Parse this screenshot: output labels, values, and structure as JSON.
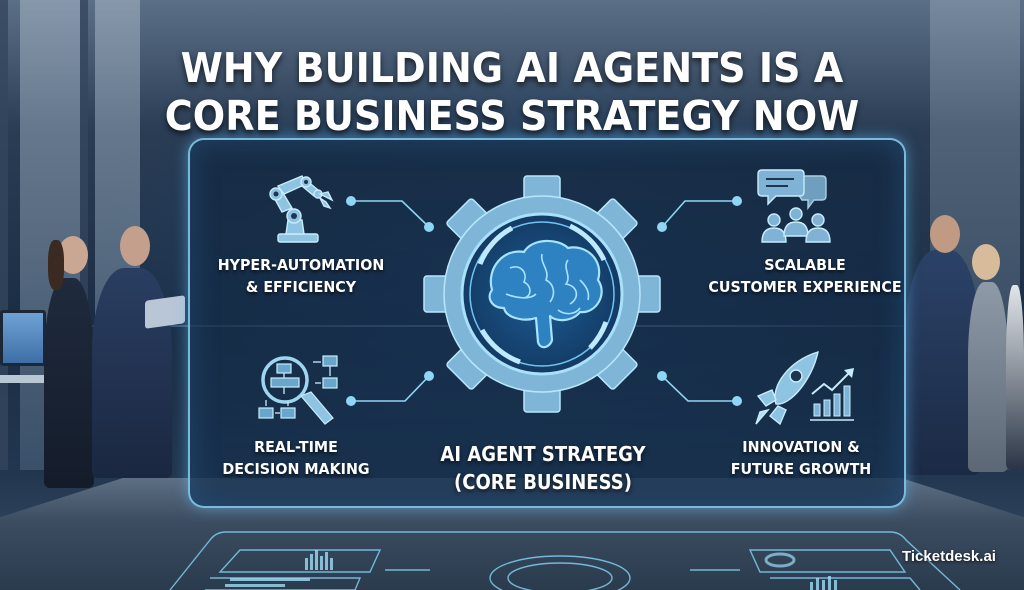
{
  "title": {
    "line1": "WHY BUILDING AI AGENTS IS A",
    "line2": "CORE BUSINESS STRATEGY NOW"
  },
  "center": {
    "icon": "brain-gear-icon",
    "line1": "AI AGENT STRATEGY",
    "line2": "(CORE BUSINESS)"
  },
  "pillars": [
    {
      "id": "hyper-automation",
      "icon": "robot-arm-icon",
      "line1": "HYPER-AUTOMATION",
      "line2": "& EFFICIENCY"
    },
    {
      "id": "customer-experience",
      "icon": "chat-people-icon",
      "line1": "SCALABLE",
      "line2": "CUSTOMER EXPERIENCE"
    },
    {
      "id": "decision-making",
      "icon": "magnifier-flowchart-icon",
      "line1": "REAL-TIME",
      "line2": "DECISION MAKING"
    },
    {
      "id": "innovation",
      "icon": "rocket-growth-chart-icon",
      "line1": "INNOVATION &",
      "line2": "FUTURE GROWTH"
    }
  ],
  "brand": "Ticketdesk.ai",
  "colors": {
    "accent": "#7fd0f5",
    "icon_fill": "#8fc3e0",
    "panel_border": "#8cd2f5",
    "background": "#1b2d44",
    "text": "#ffffff"
  }
}
